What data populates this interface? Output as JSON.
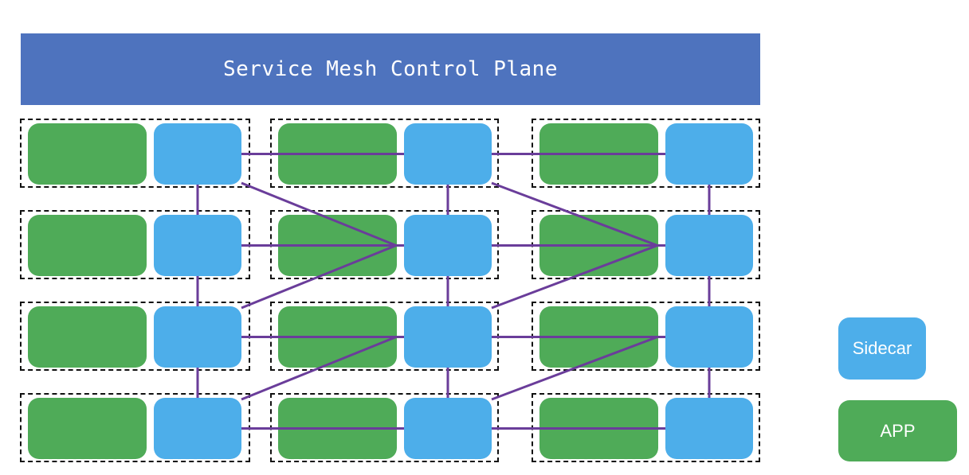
{
  "diagram": {
    "title": "Service Mesh Control Plane",
    "colors": {
      "control_plane": "#4e73be",
      "app": "#4fab58",
      "sidecar": "#4daeea",
      "link": "#6a3d9a",
      "pod_border": "#111111"
    },
    "grid": {
      "rows": 4,
      "columns": 3
    },
    "connections": [
      {
        "from": [
          0,
          0
        ],
        "to": [
          0,
          1
        ]
      },
      {
        "from": [
          0,
          1
        ],
        "to": [
          0,
          2
        ]
      },
      {
        "from": [
          1,
          0
        ],
        "to": [
          1,
          1
        ]
      },
      {
        "from": [
          1,
          1
        ],
        "to": [
          1,
          2
        ]
      },
      {
        "from": [
          2,
          0
        ],
        "to": [
          2,
          1
        ]
      },
      {
        "from": [
          2,
          1
        ],
        "to": [
          2,
          2
        ]
      },
      {
        "from": [
          3,
          0
        ],
        "to": [
          3,
          1
        ]
      },
      {
        "from": [
          3,
          1
        ],
        "to": [
          3,
          2
        ]
      },
      {
        "from": [
          0,
          0
        ],
        "to": [
          1,
          0
        ]
      },
      {
        "from": [
          1,
          0
        ],
        "to": [
          2,
          0
        ]
      },
      {
        "from": [
          2,
          0
        ],
        "to": [
          3,
          0
        ]
      },
      {
        "from": [
          0,
          1
        ],
        "to": [
          1,
          1
        ]
      },
      {
        "from": [
          1,
          1
        ],
        "to": [
          2,
          1
        ]
      },
      {
        "from": [
          2,
          1
        ],
        "to": [
          3,
          1
        ]
      },
      {
        "from": [
          0,
          2
        ],
        "to": [
          1,
          2
        ]
      },
      {
        "from": [
          1,
          2
        ],
        "to": [
          2,
          2
        ]
      },
      {
        "from": [
          2,
          2
        ],
        "to": [
          3,
          2
        ]
      },
      {
        "from": [
          0,
          0
        ],
        "to": [
          1,
          1
        ]
      },
      {
        "from": [
          2,
          0
        ],
        "to": [
          1,
          1
        ]
      },
      {
        "from": [
          0,
          1
        ],
        "to": [
          1,
          2
        ]
      },
      {
        "from": [
          2,
          1
        ],
        "to": [
          1,
          2
        ]
      },
      {
        "from": [
          3,
          0
        ],
        "to": [
          2,
          1
        ]
      },
      {
        "from": [
          3,
          1
        ],
        "to": [
          2,
          2
        ]
      }
    ]
  },
  "legend": {
    "sidecar_label": "Sidecar",
    "app_label": "APP"
  }
}
